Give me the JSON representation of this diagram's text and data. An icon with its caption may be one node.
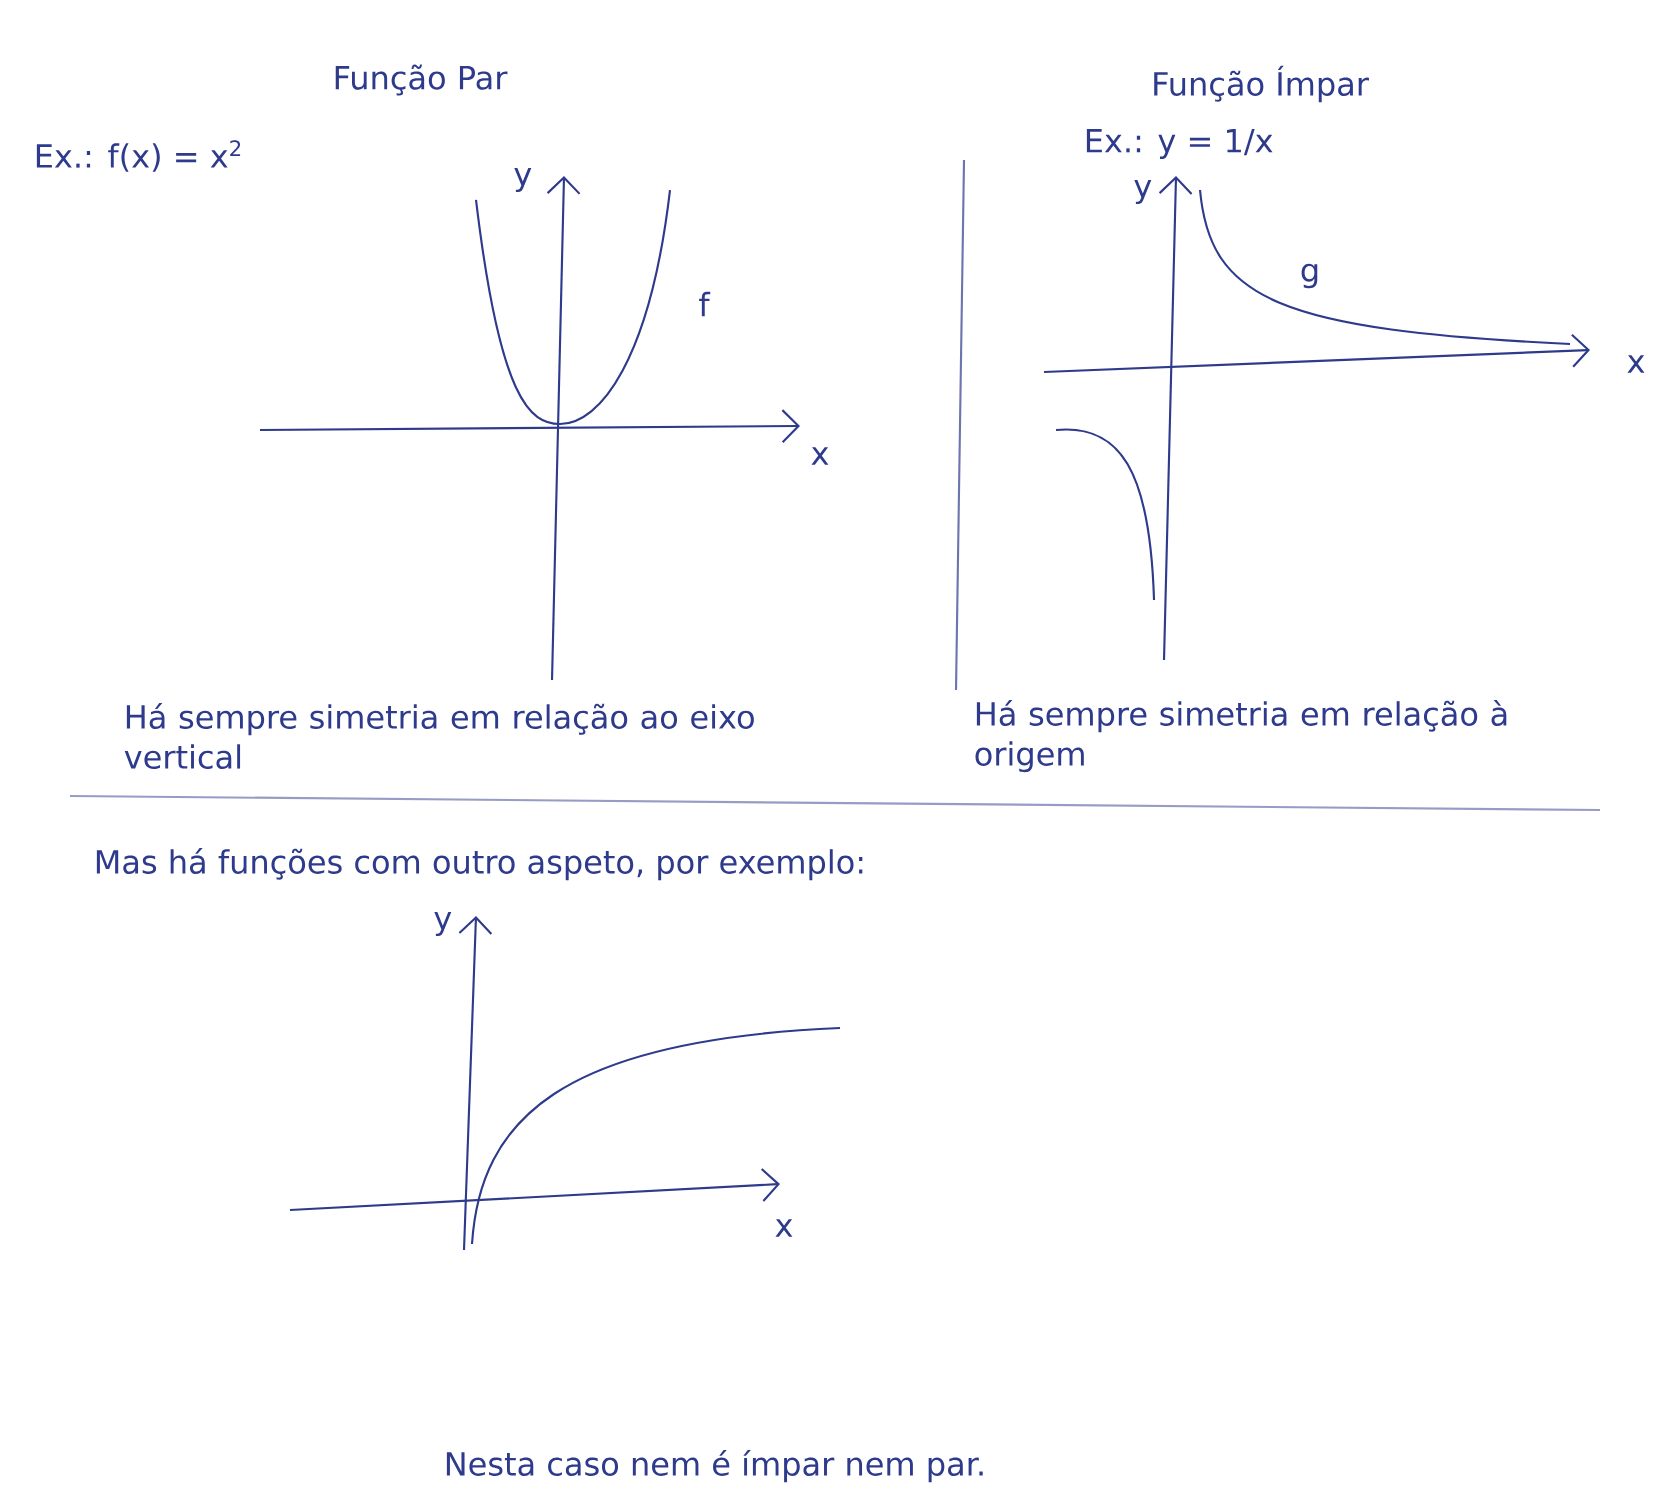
{
  "diagram": {
    "labels": [
      "Função Par",
      "Ex.: f(x) = x$^{2}$",
      "Função Ímpar",
      "Ex.: y = 1/x",
      "y",
      "f",
      "x",
      "y",
      "g",
      "x",
      "Há sempre simetria em relação ao eixo vertical",
      "Há sempre simetria em relação à origem",
      "Mas há funções com outro aspeto, por exemplo:",
      "y",
      "x",
      "Nesta caso nem é ímpar nem par."
    ]
  }
}
